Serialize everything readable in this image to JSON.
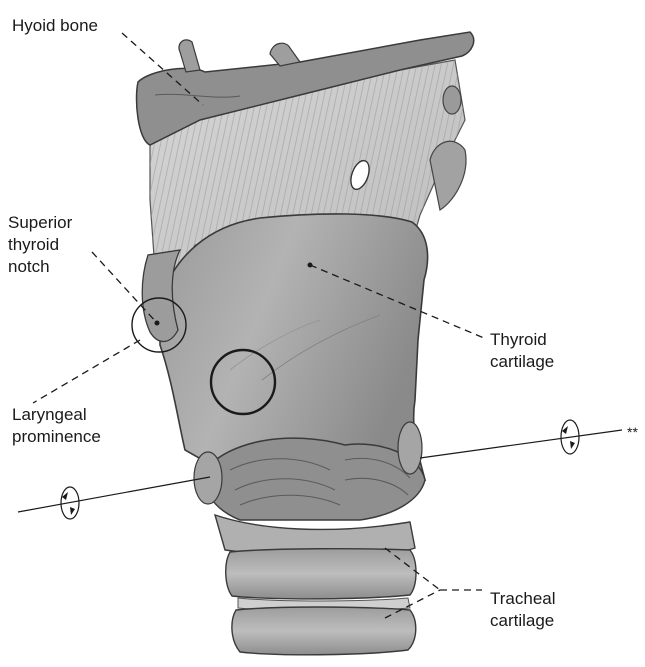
{
  "labels": {
    "hyoid_bone": "Hyoid bone",
    "superior_thyroid_notch": "Superior\nthyroid\nnotch",
    "thyroid_cartilage": "Thyroid\ncartilage",
    "laryngeal_prominence": "Laryngeal\nprominence",
    "tracheal_cartilage": "Tracheal\ncartilage",
    "axis_marker": "**"
  },
  "colors": {
    "ink": "#1a1a1a",
    "cartilage": "#a7a7a7",
    "cartilage_dark": "#6f6f6f",
    "membrane": "#cdcdcd",
    "bone": "#8c8c8c"
  }
}
